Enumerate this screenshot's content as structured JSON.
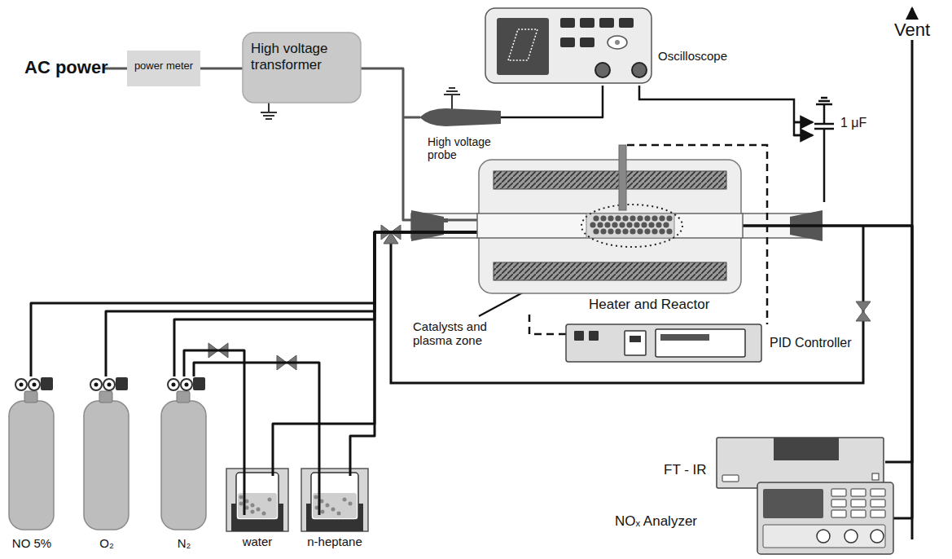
{
  "diagram": {
    "nodes": [
      {
        "text": [
          "power meter"
        ]
      },
      {
        "text": [
          "High voltage transformer"
        ]
      },
      {
        "text": [
          "Oscilloscope"
        ]
      },
      {
        "text": [
          "High voltage probe"
        ]
      },
      {
        "text": [
          "Heater and Reactor"
        ]
      },
      {
        "text": [
          "PID Controller"
        ]
      },
      {
        "text": [
          "FT - IR"
        ]
      },
      {
        "text": [
          "NOₓ Analyzer"
        ]
      },
      {
        "text": [
          "NO 5%"
        ]
      },
      {
        "text": [
          "O₂"
        ]
      },
      {
        "text": [
          "N₂"
        ]
      },
      {
        "text": [
          "water"
        ]
      },
      {
        "text": [
          "n-heptane"
        ]
      }
    ],
    "edges": [
      {
        "from": 0,
        "to": 1,
        "arrow": "none"
      },
      {
        "from": 1,
        "to": 4,
        "arrow": "none"
      },
      {
        "from": 3,
        "to": 2,
        "arrow": "none"
      },
      {
        "from": 4,
        "to": 5,
        "arrow": "none"
      },
      {
        "from": 4,
        "to": 6,
        "arrow": "none"
      },
      {
        "from": 4,
        "to": 7,
        "arrow": "none"
      },
      {
        "from": 8,
        "to": 4,
        "arrow": "none"
      },
      {
        "from": 9,
        "to": 4,
        "arrow": "none"
      },
      {
        "from": 10,
        "to": 4,
        "arrow": "none"
      },
      {
        "from": 10,
        "to": 11,
        "arrow": "none"
      },
      {
        "from": 10,
        "to": 12,
        "arrow": "none"
      },
      {
        "from": 11,
        "to": 4,
        "arrow": "none"
      },
      {
        "from": 12,
        "to": 4,
        "arrow": "none"
      }
    ],
    "labels": [
      "AC power",
      "1 μF",
      "Vent",
      "Catalysts and plasma zone"
    ]
  }
}
